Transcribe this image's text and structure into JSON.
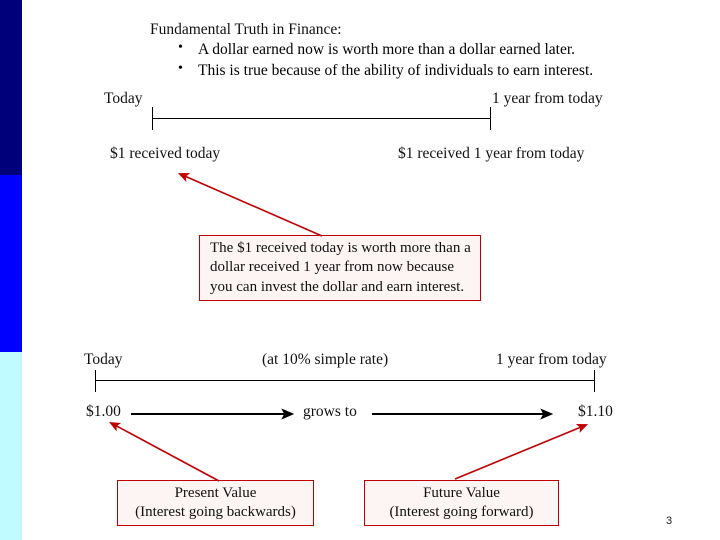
{
  "slide": {
    "page_number": "3",
    "accent_navy": "#00007a",
    "accent_blue": "#0000ff",
    "accent_cyan": "#bffbff",
    "callout_border": "#c00000",
    "callout_fill": "#fdf4f4"
  },
  "heading": {
    "title": "Fundamental Truth in Finance:",
    "bullets": [
      "A dollar earned now is worth more than a dollar earned later.",
      "This is true because of the ability of individuals to earn interest."
    ]
  },
  "timeline1": {
    "left_label": "Today",
    "right_label": "1 year from today",
    "left_value": "$1 received today",
    "right_value": "$1 received 1 year from today"
  },
  "callout1": {
    "lines": [
      "The $1 received today is worth more than a",
      "dollar received 1 year from now because",
      "you can invest the dollar and earn interest."
    ]
  },
  "timeline2": {
    "left_label": "Today",
    "center_label": "(at 10% simple rate)",
    "right_label": "1 year from today",
    "left_value": "$1.00",
    "middle_text": "grows to",
    "right_value": "$1.10"
  },
  "box_present": {
    "line1": "Present Value",
    "line2": "(Interest going backwards)"
  },
  "box_future": {
    "line1": "Future Value",
    "line2": "(Interest going forward)"
  }
}
